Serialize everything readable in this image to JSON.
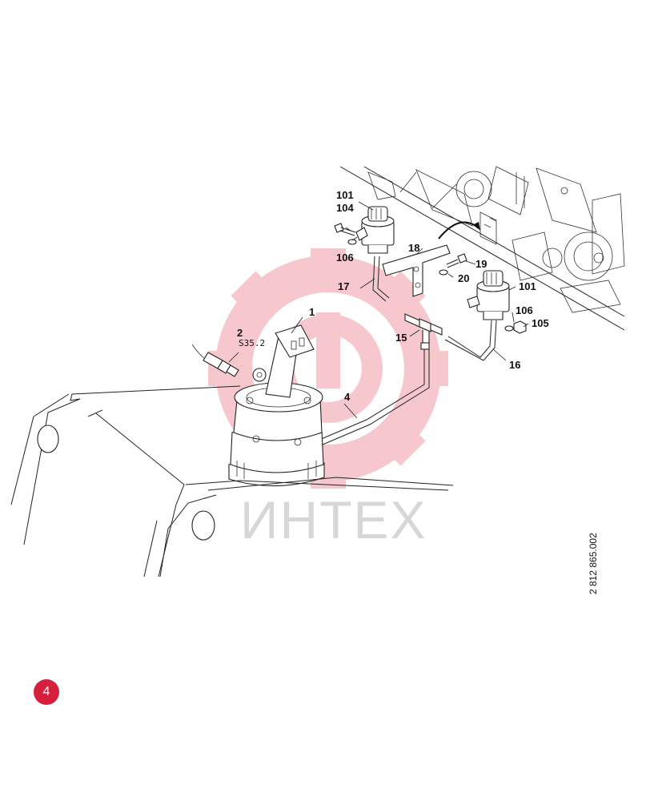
{
  "watermark": {
    "text": "ИНТЕХ",
    "color": "#f2c4c8"
  },
  "drawing_number": "2 812 865.002",
  "page_number": "4",
  "accent_color": "#d61f3c",
  "callouts": {
    "c1": "1",
    "c2": "2",
    "c2_sub": "S35.2",
    "c4": "4",
    "c15": "15",
    "c16": "16",
    "c17": "17",
    "c18": "18",
    "c19": "19",
    "c20": "20",
    "c101a": "101",
    "c104": "104",
    "c106a": "106",
    "c101b": "101",
    "c106b": "106",
    "c105": "105"
  }
}
